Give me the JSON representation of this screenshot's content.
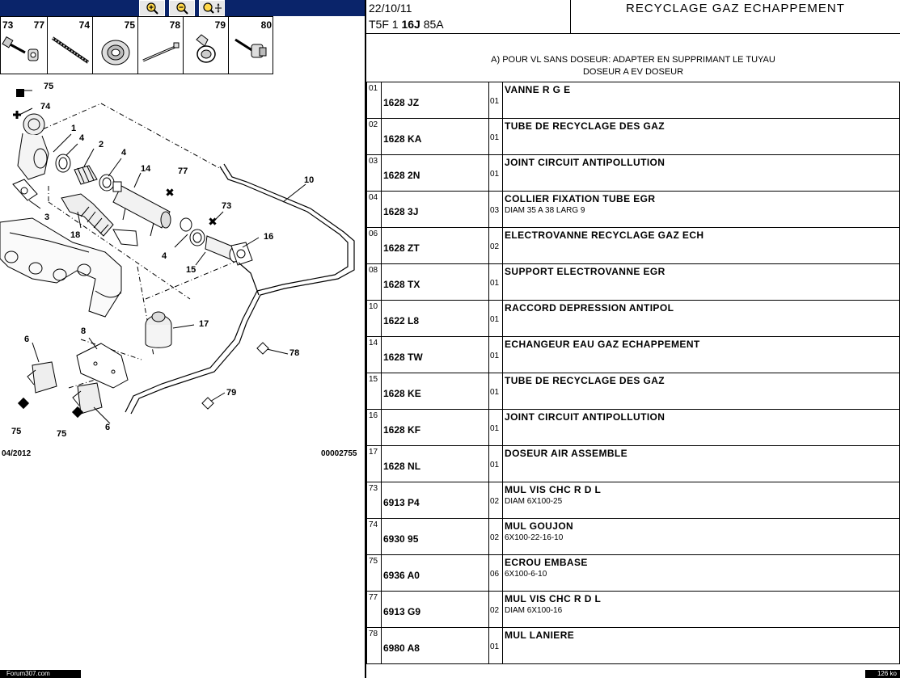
{
  "toolbar": {
    "buttons": [
      {
        "name": "zoom-in-icon"
      },
      {
        "name": "zoom-out-icon"
      },
      {
        "name": "zoom-pan-icon"
      }
    ]
  },
  "thumbnails": [
    {
      "left": "73",
      "right": "77"
    },
    {
      "left": "",
      "right": "74"
    },
    {
      "left": "",
      "right": "75"
    },
    {
      "left": "",
      "right": "78"
    },
    {
      "left": "",
      "right": "79"
    },
    {
      "left": "",
      "right": "80"
    }
  ],
  "diagram": {
    "labels": [
      "75",
      "74",
      "1",
      "4",
      "2",
      "4",
      "14",
      "77",
      "3",
      "18",
      "10",
      "73",
      "16",
      "4",
      "15",
      "17",
      "8",
      "78",
      "6",
      "79",
      "75",
      "6",
      "75"
    ],
    "date": "04/2012",
    "ref": "00002755"
  },
  "footer": {
    "left": "Forum307.com",
    "right": "126 ko"
  },
  "header": {
    "date": "22/10/11",
    "model_a": "T5F 1",
    "model_b": "16J",
    "model_c": "85A",
    "title": "RECYCLAGE GAZ ECHAPPEMENT"
  },
  "note": {
    "line1": "A) POUR VL SANS DOSEUR: ADAPTER EN SUPPRIMANT LE TUYAU",
    "line2": "DOSEUR A EV DOSEUR"
  },
  "parts": [
    {
      "no": "01",
      "ref": "1628 JZ",
      "qty": "01",
      "desc": "VANNE R G E",
      "sub": ""
    },
    {
      "no": "02",
      "ref": "1628 KA",
      "qty": "01",
      "desc": "TUBE DE RECYCLAGE DES GAZ",
      "sub": ""
    },
    {
      "no": "03",
      "ref": "1628 2N",
      "qty": "01",
      "desc": "JOINT CIRCUIT ANTIPOLLUTION",
      "sub": ""
    },
    {
      "no": "04",
      "ref": "1628 3J",
      "qty": "03",
      "desc": "COLLIER FIXATION TUBE EGR",
      "sub": "DIAM 35 A 38 LARG 9"
    },
    {
      "no": "06",
      "ref": "1628 ZT",
      "qty": "02",
      "desc": "ELECTROVANNE RECYCLAGE GAZ ECH",
      "sub": ""
    },
    {
      "no": "08",
      "ref": "1628 TX",
      "qty": "01",
      "desc": "SUPPORT ELECTROVANNE EGR",
      "sub": ""
    },
    {
      "no": "10",
      "ref": "1622 L8",
      "qty": "01",
      "desc": "RACCORD DEPRESSION ANTIPOL",
      "sub": ""
    },
    {
      "no": "14",
      "ref": "1628 TW",
      "qty": "01",
      "desc": "ECHANGEUR EAU GAZ ECHAPPEMENT",
      "sub": ""
    },
    {
      "no": "15",
      "ref": "1628 KE",
      "qty": "01",
      "desc": "TUBE DE RECYCLAGE DES GAZ",
      "sub": ""
    },
    {
      "no": "16",
      "ref": "1628 KF",
      "qty": "01",
      "desc": "JOINT CIRCUIT ANTIPOLLUTION",
      "sub": ""
    },
    {
      "no": "17",
      "ref": "1628 NL",
      "qty": "01",
      "desc": "DOSEUR AIR ASSEMBLE",
      "sub": ""
    },
    {
      "no": "73",
      "ref": "6913 P4",
      "qty": "02",
      "desc": "MUL VIS CHC R D L",
      "sub": "DIAM 6X100-25"
    },
    {
      "no": "74",
      "ref": "6930 95",
      "qty": "02",
      "desc": "MUL GOUJON",
      "sub": "6X100-22-16-10"
    },
    {
      "no": "75",
      "ref": "6936 A0",
      "qty": "06",
      "desc": "ECROU EMBASE",
      "sub": "6X100-6-10"
    },
    {
      "no": "77",
      "ref": "6913 G9",
      "qty": "02",
      "desc": "MUL VIS CHC R D L",
      "sub": "DIAM 6X100-16"
    },
    {
      "no": "78",
      "ref": "6980 A8",
      "qty": "01",
      "desc": "MUL LANIERE",
      "sub": ""
    }
  ]
}
